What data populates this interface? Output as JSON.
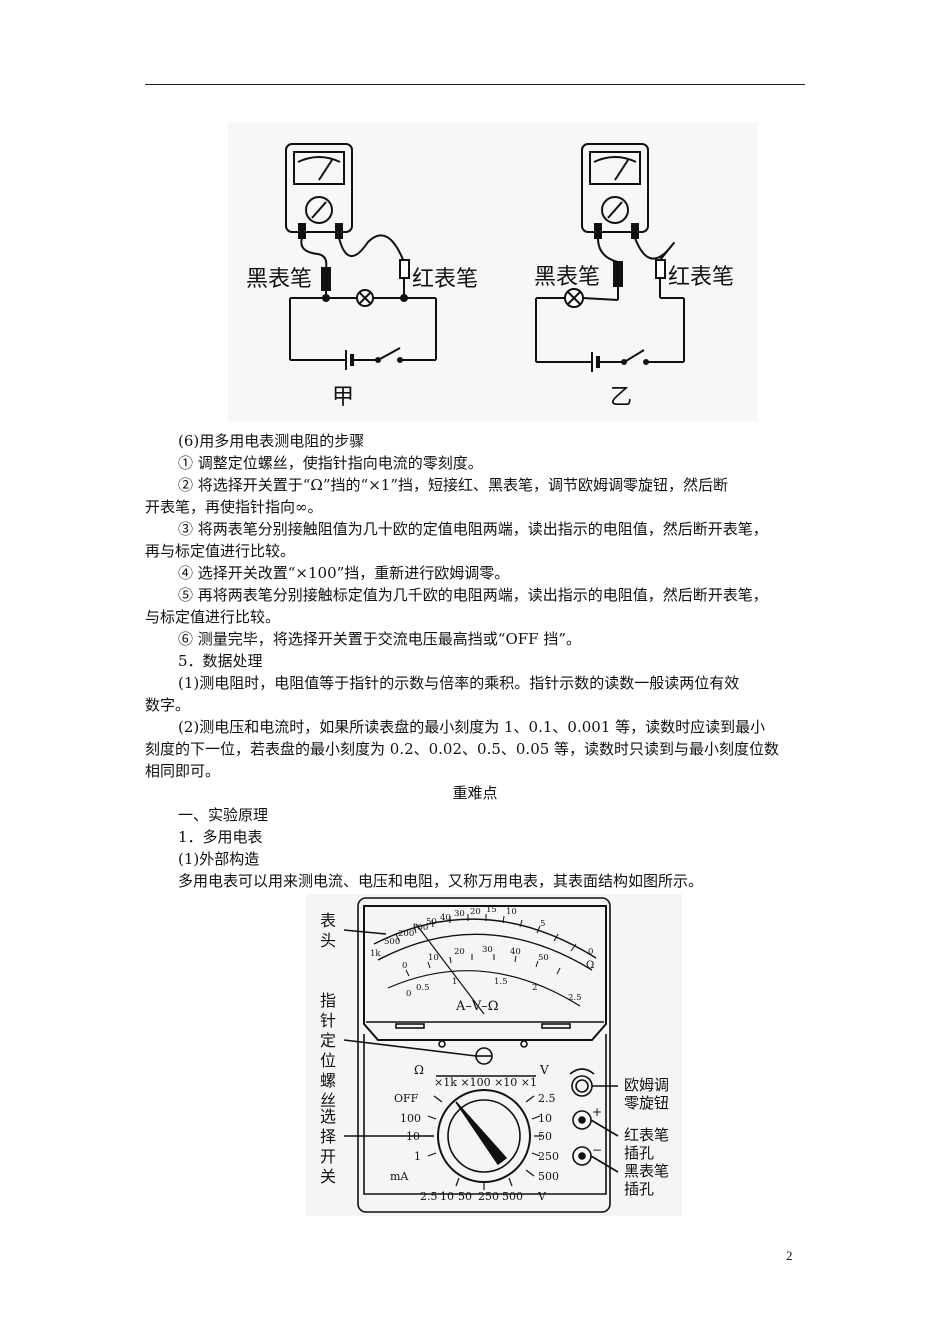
{
  "figure1": {
    "black_probe": "黑表笔",
    "red_probe": "红表笔",
    "label_left": "甲",
    "label_right": "乙"
  },
  "paragraphs": [
    "(6)用多用电表测电阻的步骤",
    "① 调整定位螺丝，使指针指向电流的零刻度。",
    "② 将选择开关置于“Ω”挡的“×1”挡，短接红、黑表笔，调节欧姆调零旋钮，然后断",
    "开表笔，再使指针指向∞。",
    "③ 将两表笔分别接触阻值为几十欧的定值电阻两端，读出指示的电阻值，然后断开表笔，",
    "再与标定值进行比较。",
    "④ 选择开关改置“×100”挡，重新进行欧姆调零。",
    "⑤ 再将两表笔分别接触标定值为几千欧的电阻两端，读出指示的电阻值，然后断开表笔，",
    "与标定值进行比较。",
    "⑥ 测量完毕，将选择开关置于交流电压最高挡或“OFF 挡”。",
    "5．数据处理",
    "(1)测电阻时，电阻值等于指针的示数与倍率的乘积。指针示数的读数一般读两位有效",
    "数字。",
    "(2)测电压和电流时，如果所读表盘的最小刻度为 1、0.1、0.001 等，读数时应读到最小",
    "刻度的下一位，若表盘的最小刻度为 0.2、0.02、0.5、0.05 等，读数时只读到与最小刻度位数",
    "相同即可。",
    "重难点",
    "一、实验原理",
    "1．多用电表",
    "(1)外部构造",
    "多用电表可以用来测电流、电压和电阻，又称万用电表，其表面结构如图所示。"
  ],
  "figure2": {
    "label_head": "表头",
    "label_pointer_screw": "指针定位螺丝",
    "label_switch": "选择开关",
    "label_ohm_knob_1": "欧姆调",
    "label_ohm_knob_2": "零旋钮",
    "label_red_1": "红表笔",
    "label_red_2": "插孔",
    "label_black_1": "黑表笔",
    "label_black_2": "插孔",
    "dial_label": "A–V–Ω",
    "ohm_scale": [
      "1k",
      "500",
      "200",
      "100",
      "50",
      "40",
      "30",
      "20",
      "15",
      "10",
      "5",
      "0"
    ],
    "ohm_symbol": "Ω",
    "mid_scale": [
      "0",
      "10",
      "20",
      "30",
      "40",
      "50"
    ],
    "low_scale": [
      "0",
      "0.5",
      "1",
      "1.5",
      "2",
      "2.5"
    ],
    "range_header_ohm": "Ω",
    "range_multipliers": "×1k ×100 ×10 ×1",
    "range_header_v": "V",
    "left_options": [
      "OFF",
      "100",
      "10",
      "1"
    ],
    "left_unit": "mA",
    "right_options": [
      "2.5",
      "10",
      "50",
      "250",
      "500"
    ],
    "bottom_options": [
      "2.5",
      "10",
      "50",
      "250",
      "500"
    ],
    "bottom_unit": "V",
    "plus": "+",
    "minus": "−"
  },
  "page_number": "2"
}
